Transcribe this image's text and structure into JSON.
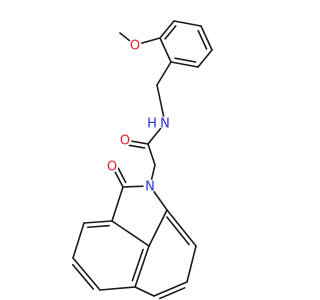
{
  "molecule": {
    "atoms": [
      {
        "id": "o_methoxy",
        "symbol": "O",
        "color": "#e8202a"
      },
      {
        "id": "n_amide",
        "symbol": "N",
        "color": "#2732d6"
      },
      {
        "id": "h_amide",
        "symbol": "H",
        "color": "#2732d6"
      },
      {
        "id": "o_amide",
        "symbol": "O",
        "color": "#e8202a"
      },
      {
        "id": "n_lactam",
        "symbol": "N",
        "color": "#2732d6"
      },
      {
        "id": "o_lactam",
        "symbol": "O",
        "color": "#e8202a"
      }
    ],
    "bond_color": "#1a1a1a"
  }
}
